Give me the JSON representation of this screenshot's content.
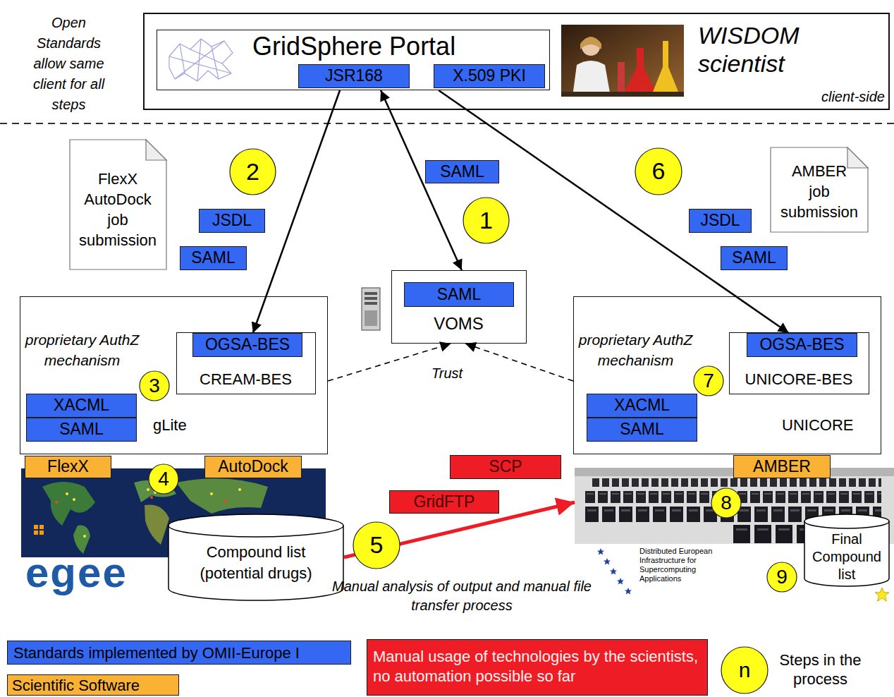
{
  "diagram": {
    "nodes": [
      {
        "text": [
          "WISDOM scientist",
          "client-side"
        ]
      },
      {
        "text": [
          "GridSphere Portal"
        ],
        "in": 0
      },
      {
        "text": [
          "JSR168"
        ],
        "in": 1
      },
      {
        "text": [
          "X.509 PKI"
        ],
        "in": 1
      },
      {
        "text": [
          "FlexX AutoDock job submission"
        ]
      },
      {
        "text": [
          "2"
        ]
      },
      {
        "text": [
          "SAML"
        ]
      },
      {
        "text": [
          "6"
        ]
      },
      {
        "text": [
          "AMBER job submission"
        ]
      },
      {
        "text": [
          "JSDL"
        ]
      },
      {
        "text": [
          "JSDL"
        ]
      },
      {
        "text": [
          "1"
        ]
      },
      {
        "text": [
          "SAML"
        ]
      },
      {
        "text": [
          "SAML"
        ]
      },
      {
        "text": [
          "VOMS"
        ]
      },
      {
        "text": [
          "SAML"
        ],
        "in": 14
      },
      {
        "text": [
          "proprietary AuthZ mechanism",
          "gLite"
        ]
      },
      {
        "text": [
          "CREAM-BES"
        ],
        "in": 16
      },
      {
        "text": [
          "OGSA-BES"
        ],
        "in": 17
      },
      {
        "text": [
          "3"
        ],
        "in": 16
      },
      {
        "text": [
          "XACML"
        ],
        "in": 16
      },
      {
        "text": [
          "SAML"
        ],
        "in": 16
      },
      {
        "text": [
          "proprietary AuthZ mechanism",
          "UNICORE"
        ]
      },
      {
        "text": [
          "UNICORE-BES"
        ],
        "in": 22
      },
      {
        "text": [
          "OGSA-BES"
        ],
        "in": 23
      },
      {
        "text": [
          "7"
        ],
        "in": 22
      },
      {
        "text": [
          "XACML"
        ],
        "in": 22
      },
      {
        "text": [
          "SAML"
        ],
        "in": 22
      },
      {
        "text": [
          "FlexX"
        ]
      },
      {
        "text": [
          "4"
        ]
      },
      {
        "text": [
          "AutoDock"
        ]
      },
      {
        "text": [
          "SCP"
        ]
      },
      {
        "text": [
          "AMBER"
        ]
      },
      {
        "text": [
          "GridFTP"
        ]
      },
      {
        "text": [
          "Distributed European Infrastructure for Supercomputing Applications"
        ]
      },
      {
        "text": [
          "8"
        ]
      },
      {
        "text": [
          "Compound list (potential drugs)"
        ]
      },
      {
        "text": [
          "5"
        ]
      },
      {
        "text": [
          "Final Compound list"
        ]
      },
      {
        "text": [
          "9"
        ]
      }
    ],
    "edges": [
      {
        "from": 1,
        "to": 18,
        "arrow": "to"
      },
      {
        "from": 1,
        "to": 14,
        "arrow": "both"
      },
      {
        "from": 1,
        "to": 24,
        "arrow": "to"
      },
      {
        "from": 16,
        "to": 14,
        "arrow": "to"
      },
      {
        "from": 22,
        "to": 14,
        "arrow": "to"
      },
      {
        "from": 36,
        "to": 34,
        "arrow": "to"
      }
    ],
    "labels": [
      "Open Standards allow same client for all steps",
      "Trust",
      "egee",
      "Manual analysis of output and manual file transfer process",
      "n"
    ],
    "legend": [
      {
        "text": "Standards implemented by OMII-Europe I",
        "color": "#3467f2"
      },
      {
        "text": "Scientific Software",
        "color": "#f9b233"
      },
      {
        "text": "Manual usage of technologies by the scientists, no automation possible so far",
        "color": "#ee1c24"
      },
      {
        "text": "Steps in the process"
      }
    ]
  }
}
